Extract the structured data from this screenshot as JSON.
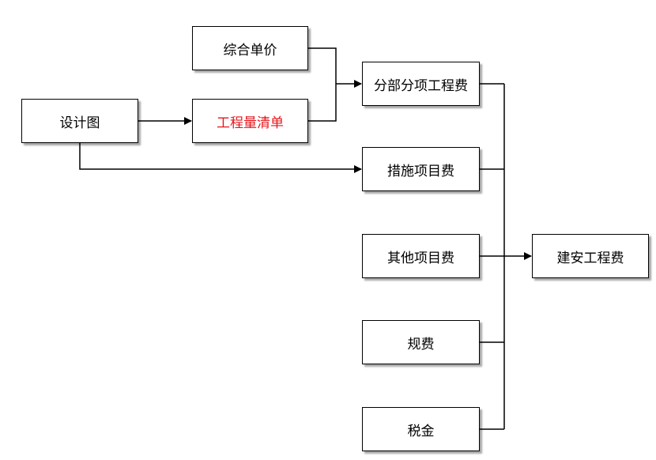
{
  "nodes": {
    "design_drawing": "设计图",
    "unit_price": "综合单价",
    "bill_of_quantities": "工程量清单",
    "sub_item_cost": "分部分项工程费",
    "measures_cost": "措施项目费",
    "other_items_cost": "其他项目费",
    "regulatory_fees": "规费",
    "taxes": "税金",
    "construction_cost": "建安工程费"
  },
  "colors": {
    "highlight_text": "#e8141b",
    "line": "#000000",
    "box_border": "#000000"
  }
}
